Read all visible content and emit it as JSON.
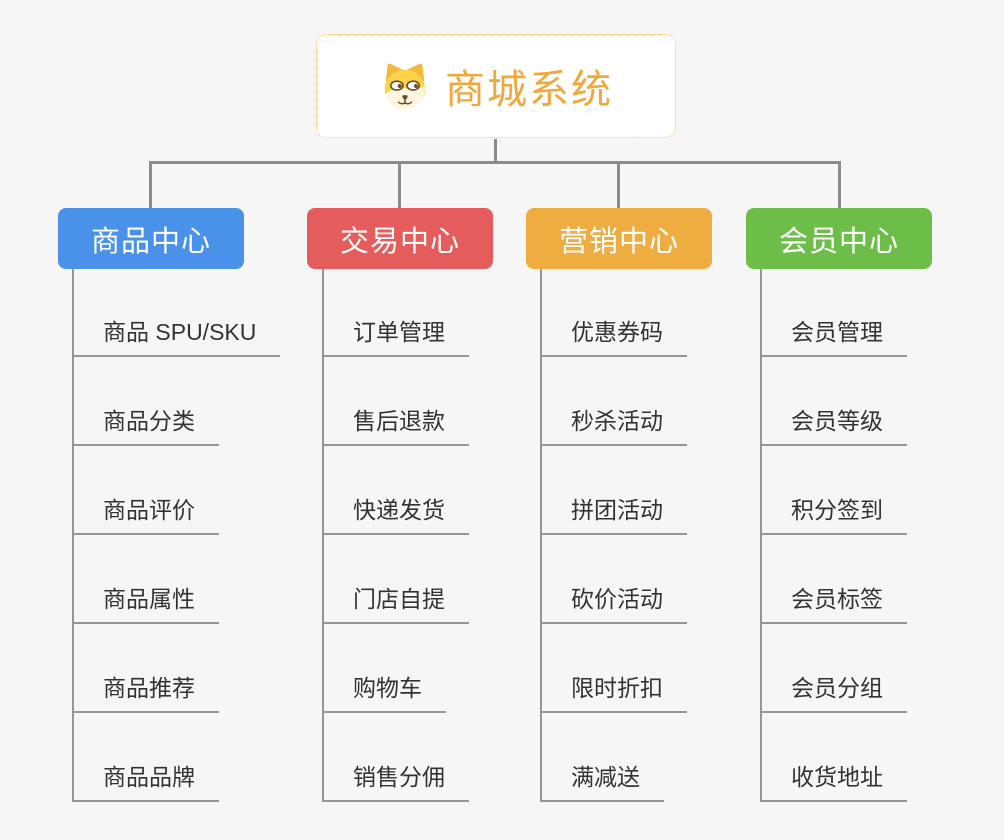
{
  "root": {
    "title": "商城系统",
    "icon": "shiba-dog-face-icon",
    "title_color": "#f0a83c",
    "border_color": "#f2c276"
  },
  "connector_color": "#8b8b8b",
  "background_color": "#f6f6f7",
  "branches": [
    {
      "label": "商品中心",
      "color": "#4a91e9",
      "items": [
        "商品 SPU/SKU",
        "商品分类",
        "商品评价",
        "商品属性",
        "商品推荐",
        "商品品牌"
      ]
    },
    {
      "label": "交易中心",
      "color": "#e45c5b",
      "items": [
        "订单管理",
        "售后退款",
        "快递发货",
        "门店自提",
        "购物车",
        "销售分佣"
      ]
    },
    {
      "label": "营销中心",
      "color": "#efad41",
      "items": [
        "优惠券码",
        "秒杀活动",
        "拼团活动",
        "砍价活动",
        "限时折扣",
        "满减送"
      ]
    },
    {
      "label": "会员中心",
      "color": "#6dbe49",
      "items": [
        "会员管理",
        "会员等级",
        "积分签到",
        "会员标签",
        "会员分组",
        "收货地址"
      ]
    }
  ]
}
